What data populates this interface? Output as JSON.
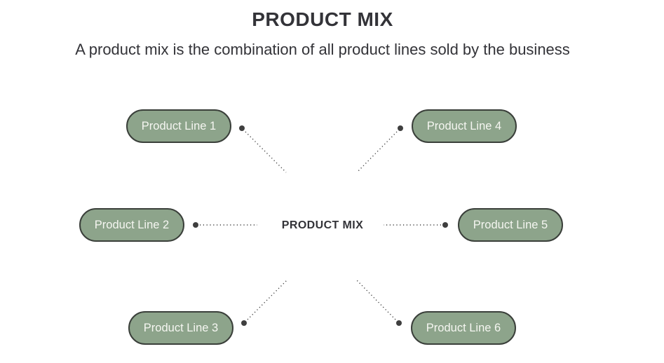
{
  "header": {
    "title": "PRODUCT MIX",
    "subtitle": "A product mix is the combination of all product lines sold by the business"
  },
  "diagram": {
    "center_label": "PRODUCT MIX",
    "nodes": [
      {
        "label": "Product Line 1"
      },
      {
        "label": "Product Line 2"
      },
      {
        "label": "Product Line 3"
      },
      {
        "label": "Product Line 4"
      },
      {
        "label": "Product Line 5"
      },
      {
        "label": "Product Line 6"
      }
    ]
  },
  "colors": {
    "bg": "#ffffff",
    "node-fill": "#8da48b",
    "node-border": "#3a3f3a",
    "node-text": "#f5f6f1",
    "heading-text": "#333338",
    "connector": "#3f3f3f"
  }
}
